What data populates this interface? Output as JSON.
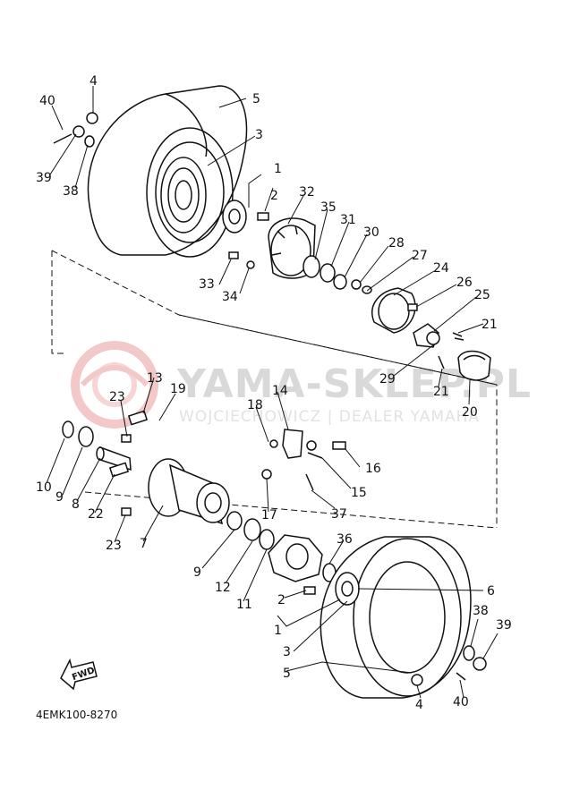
{
  "diagram": {
    "diagram_code": "4EMK100-8270",
    "direction_label": "FWD",
    "watermark": {
      "brand": "YAMA-SKLEP.PL",
      "tagline": "WOJCIECHOWICZ | DEALER YAMAHA"
    },
    "callouts": {
      "40a": "40",
      "4a": "4",
      "5a": "5",
      "3a": "3",
      "39a": "39",
      "38a": "38",
      "1a": "1",
      "2a": "2",
      "32": "32",
      "35": "35",
      "31": "31",
      "30": "30",
      "28": "28",
      "27": "27",
      "24": "24",
      "26": "26",
      "25": "25",
      "33": "33",
      "34": "34",
      "21a": "21",
      "29": "29",
      "21b": "21",
      "20": "20",
      "13": "13",
      "19": "19",
      "23a": "23",
      "14": "14",
      "18": "18",
      "10": "10",
      "9a": "9",
      "8": "8",
      "22": "22",
      "23b": "23",
      "7": "7",
      "16": "16",
      "15": "15",
      "17": "17",
      "37": "37",
      "9b": "9",
      "12": "12",
      "11": "11",
      "36": "36",
      "2b": "2",
      "6": "6",
      "1b": "1",
      "3b": "3",
      "38b": "38",
      "39b": "39",
      "5b": "5",
      "4b": "4",
      "40b": "40"
    }
  }
}
